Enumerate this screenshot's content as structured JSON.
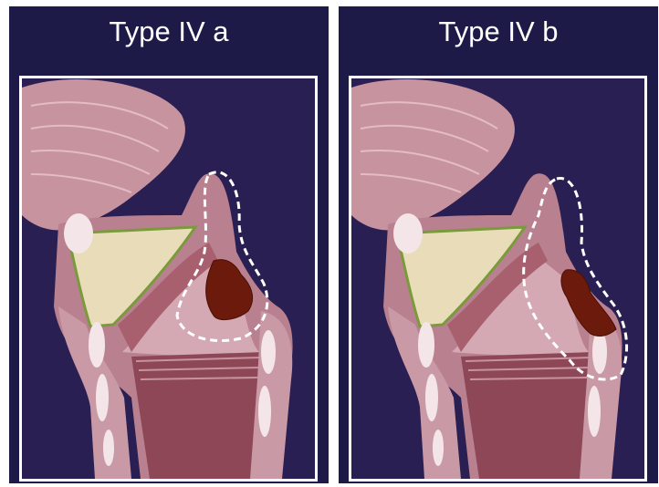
{
  "panels": [
    {
      "id": "a",
      "title": "Type IV a"
    },
    {
      "id": "b",
      "title": "Type IV b"
    }
  ],
  "colors": {
    "panel_bg": "#1d1a48",
    "frame_bg": "#2a1f52",
    "frame_border": "#ffffff",
    "tissue_pink": "#c99aa6",
    "tissue_light": "#e2c0c8",
    "cartilage_cream": "#e8dcb9",
    "cartilage_edge": "#7a9a3c",
    "muscle_dark": "#7d3c4a",
    "tumor": "#6b1a0c",
    "outline_dashed": "#ffffff"
  }
}
